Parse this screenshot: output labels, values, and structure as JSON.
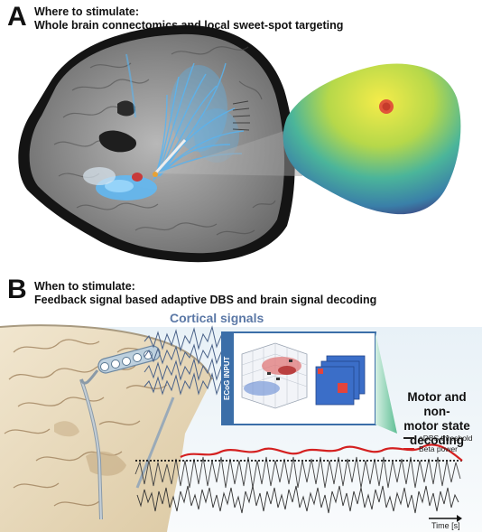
{
  "panelA": {
    "letter": "A",
    "title_line1": "Where to stimulate:",
    "title_line2": "Whole brain connectomics and local sweet-spot targeting"
  },
  "panelB": {
    "letter": "B",
    "title_line1": "When to stimulate:",
    "title_line2": "Feedback signal based adaptive DBS and brain signal decoding",
    "cortical_label": "Cortical signals",
    "ecog_label": "ECoG INPUT",
    "decoding_line1": "Motor and non-",
    "decoding_line2": "motor state",
    "decoding_line3": "decoding",
    "legend": [
      {
        "label": "aDBS threshold",
        "color": "#222222"
      },
      {
        "label": "Beta power",
        "color": "#d42020"
      }
    ],
    "time_label": "Time [s]"
  },
  "colors": {
    "cortical_text": "#5b78a6",
    "fiber_blue": "#5ab4f0",
    "beta_red": "#d42020",
    "ecog_box": "#3b6ea8"
  }
}
